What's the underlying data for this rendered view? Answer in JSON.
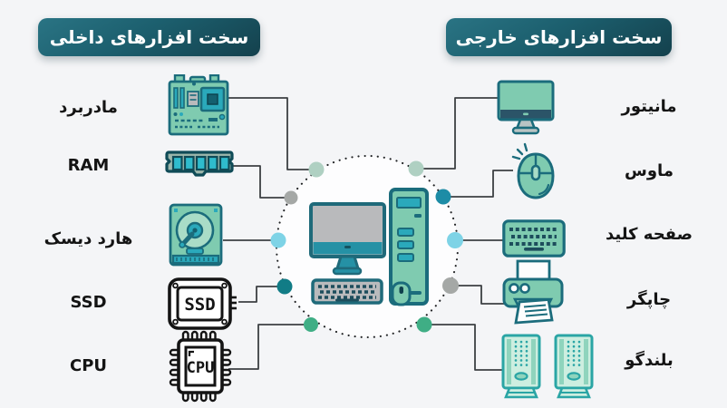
{
  "headers": {
    "internal": "سخت افزارهای داخلی",
    "external": "سخت افزارهای خارجی"
  },
  "internal_items": [
    {
      "label": "مادربرد",
      "icon": "motherboard-icon"
    },
    {
      "label": "RAM",
      "icon": "ram-icon"
    },
    {
      "label": "هارد دیسک",
      "icon": "hard-disk-icon"
    },
    {
      "label": "SSD",
      "icon": "ssd-icon"
    },
    {
      "label": "CPU",
      "icon": "cpu-icon"
    }
  ],
  "external_items": [
    {
      "label": "مانیتور",
      "icon": "monitor-icon"
    },
    {
      "label": "ماوس",
      "icon": "mouse-icon"
    },
    {
      "label": "صفحه کلید",
      "icon": "keyboard-icon"
    },
    {
      "label": "چاپگر",
      "icon": "printer-icon"
    },
    {
      "label": "بلندگو",
      "icon": "speaker-icon"
    }
  ],
  "icon_texts": {
    "ssd": "SSD",
    "cpu": "CPU"
  },
  "colors": {
    "background": "#f4f5f7",
    "header_gradient_start": "#2a7484",
    "header_gradient_end": "#14414d",
    "header_text": "#ffffff",
    "label_text": "#141414",
    "icon_green": "#7fcbb0",
    "icon_light_green": "#a9dcc7",
    "icon_dark_teal": "#1b6c7c",
    "icon_teal": "#2aa9bb",
    "icon_gray": "#b9babc",
    "outline_black": "#141414",
    "connector_line": "#3c4043",
    "dot_sage": "#afd0c2",
    "dot_gray": "#a5a8a6",
    "dot_lightblue": "#7ed3e6",
    "dot_darkteal": "#117c86",
    "dot_teal": "#1d8ca6",
    "dot_green": "#3fae85"
  }
}
